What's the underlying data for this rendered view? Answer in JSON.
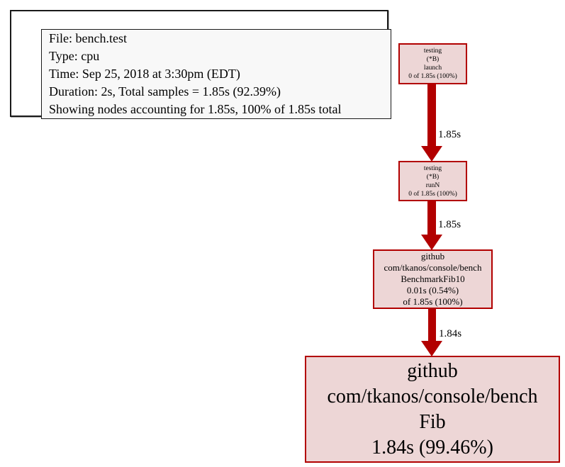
{
  "colors": {
    "edge_and_border": "#b20000",
    "node_fill": "#edd6d6",
    "legend_fill": "#f8f8f8"
  },
  "legend": {
    "lines": [
      "File: bench.test",
      "Type: cpu",
      "Time: Sep 25, 2018 at 3:30pm (EDT)",
      "Duration: 2s, Total samples = 1.85s (92.39%)",
      "Showing nodes accounting for 1.85s, 100% of 1.85s total"
    ]
  },
  "graph": {
    "nodes": [
      {
        "id": "testing-B-launch",
        "lines": [
          "testing",
          "(*B)",
          "launch",
          "0 of 1.85s (100%)"
        ]
      },
      {
        "id": "testing-B-runN",
        "lines": [
          "testing",
          "(*B)",
          "runN",
          "0 of 1.85s (100%)"
        ]
      },
      {
        "id": "bench-BenchmarkFib10",
        "lines": [
          "github",
          "com/tkanos/console/bench",
          "BenchmarkFib10",
          "0.01s (0.54%)",
          "of 1.85s (100%)"
        ]
      },
      {
        "id": "bench-Fib",
        "lines": [
          "github",
          "com/tkanos/console/bench",
          "Fib",
          "1.84s (99.46%)"
        ]
      }
    ],
    "edges": [
      {
        "label": "1.85s"
      },
      {
        "label": "1.85s"
      },
      {
        "label": "1.84s"
      }
    ]
  }
}
